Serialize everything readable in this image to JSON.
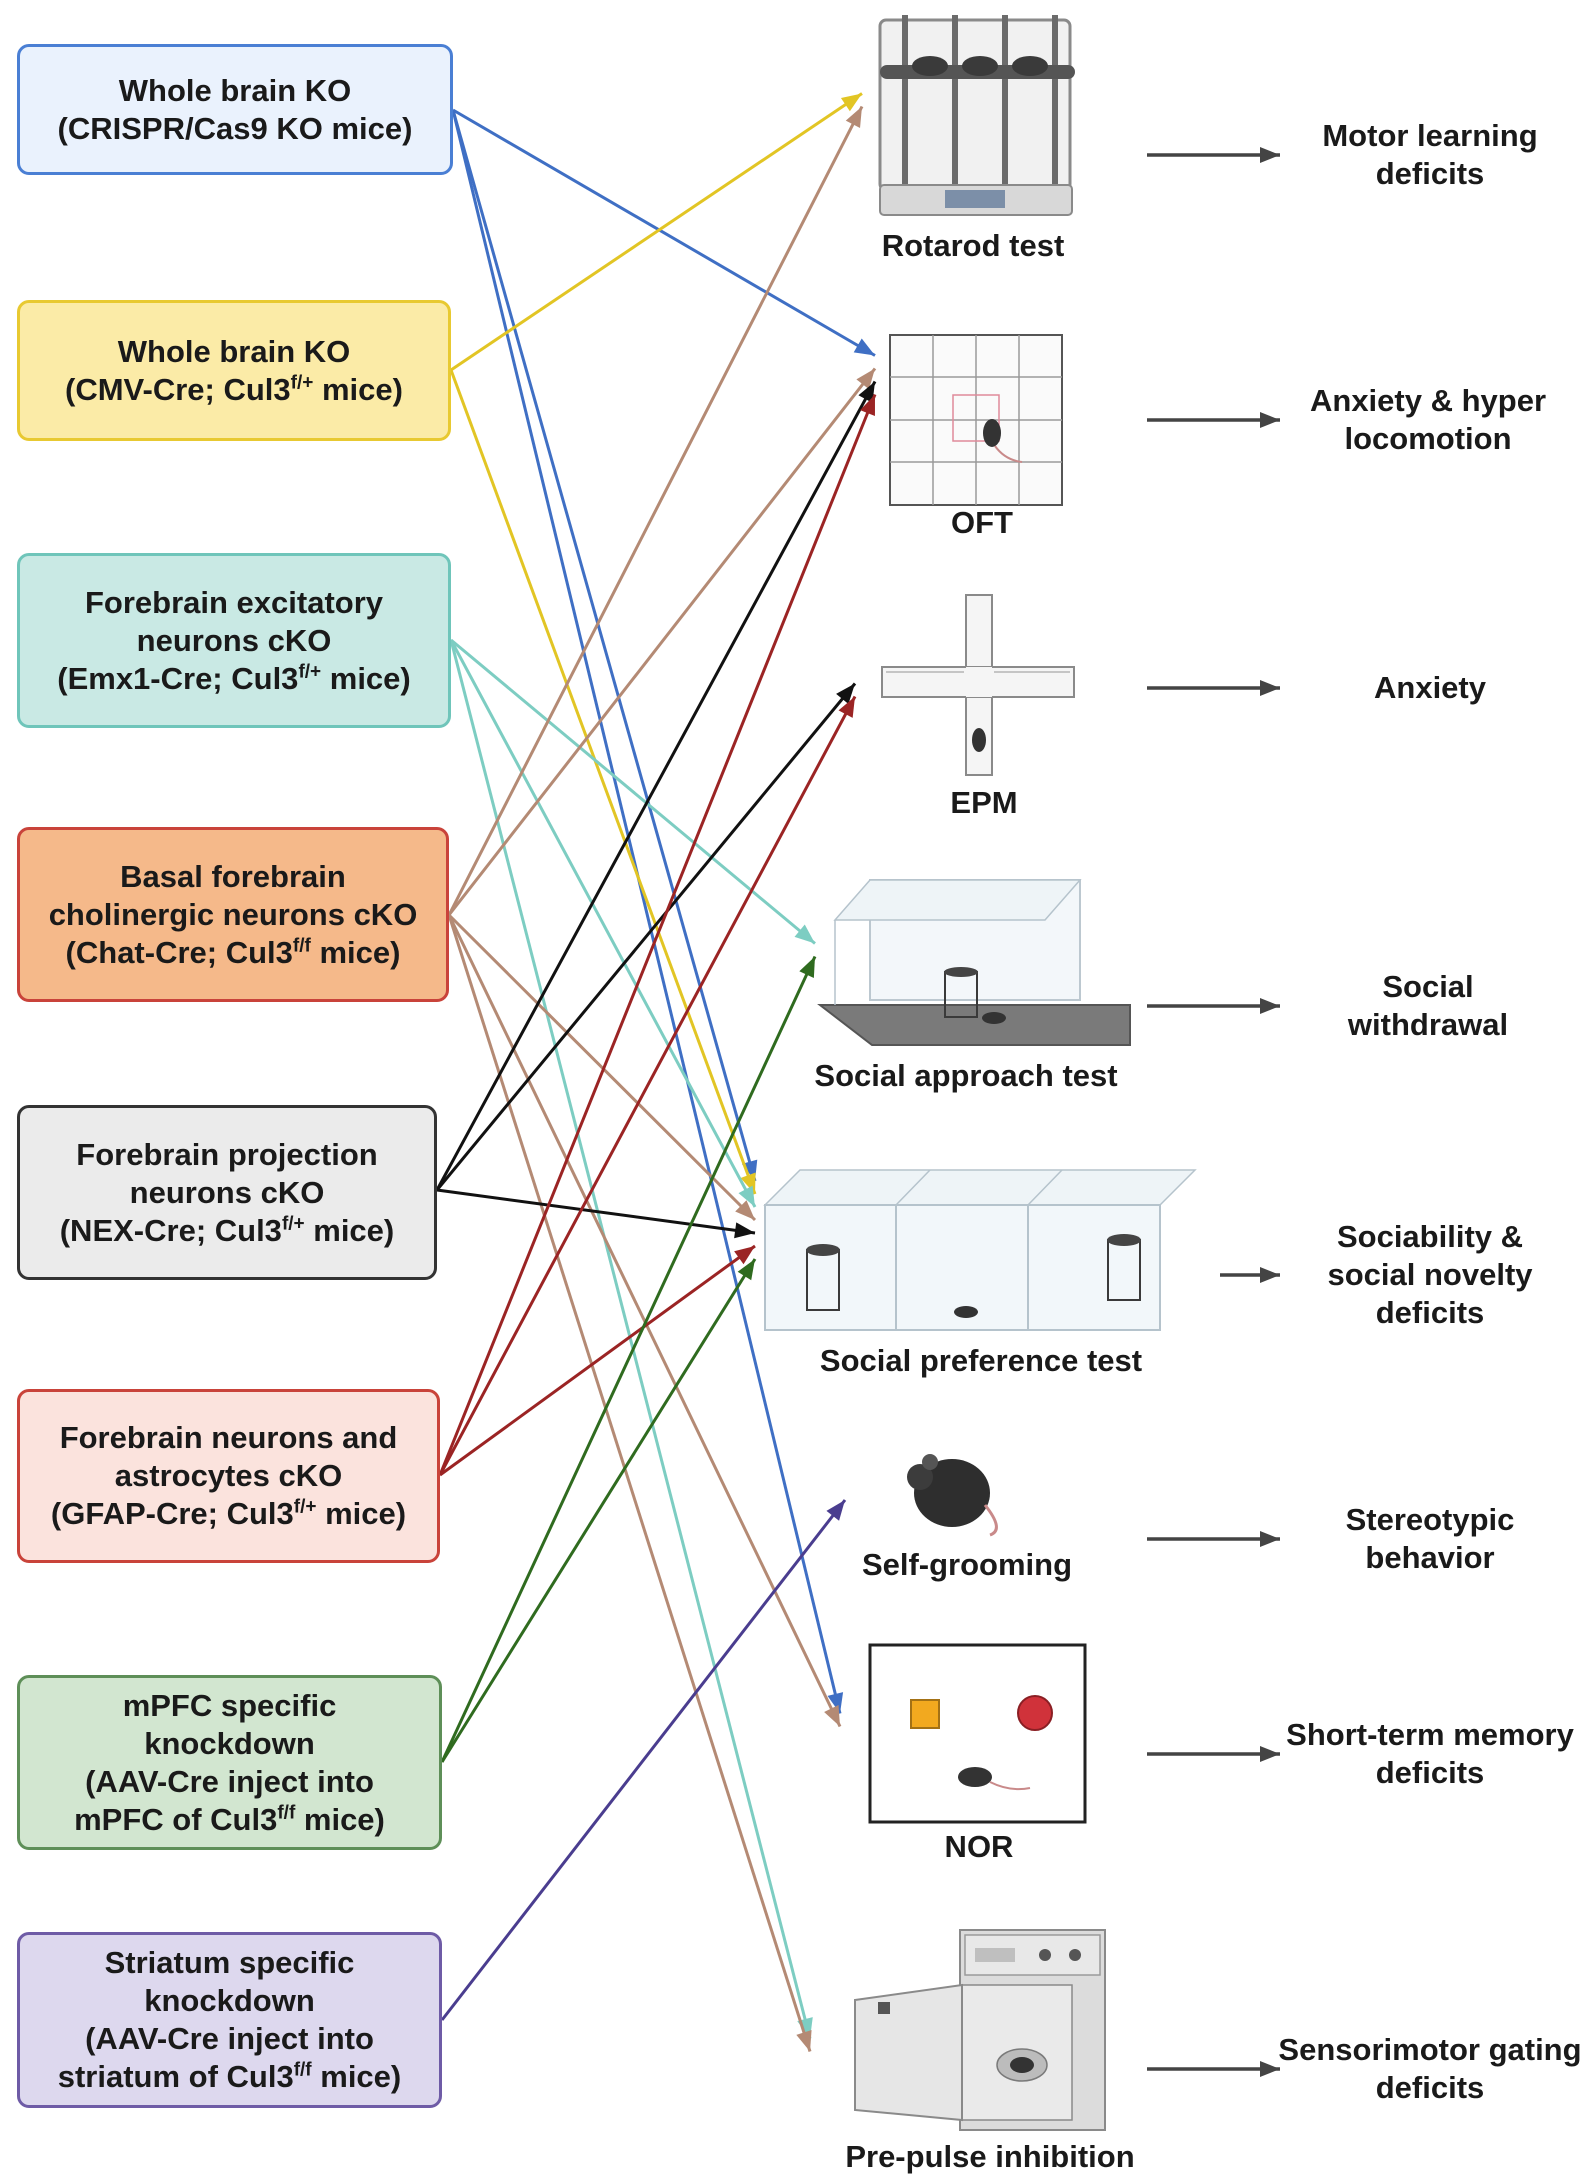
{
  "models": [
    {
      "id": "crispr",
      "lines": [
        "Whole brain KO",
        "(CRISPR/Cas9 KO mice)"
      ],
      "sup": [],
      "fill": "#eaf2fd",
      "stroke": "#4a7fd4"
    },
    {
      "id": "cmv",
      "lines": [
        "Whole brain KO",
        "(CMV-Cre; Cul3",
        " mice)"
      ],
      "sup": [
        "f/+"
      ],
      "fill": "#fbeba7",
      "stroke": "#e8c931"
    },
    {
      "id": "emx1",
      "lines": [
        "Forebrain excitatory",
        "neurons cKO",
        "(Emx1-Cre; Cul3",
        " mice)"
      ],
      "sup": [
        "f/+"
      ],
      "fill": "#c9e9e4",
      "stroke": "#6fc5ba"
    },
    {
      "id": "chat",
      "lines": [
        "Basal forebrain",
        "cholinergic neurons cKO",
        "(Chat-Cre; Cul3",
        " mice)"
      ],
      "sup": [
        "f/f"
      ],
      "fill": "#f5b98a",
      "stroke": "#c9433a"
    },
    {
      "id": "nex",
      "lines": [
        "Forebrain projection",
        "neurons cKO",
        "(NEX-Cre; Cul3",
        " mice)"
      ],
      "sup": [
        "f/+"
      ],
      "fill": "#ebebeb",
      "stroke": "#333333"
    },
    {
      "id": "gfap",
      "lines": [
        "Forebrain  neurons and",
        "astrocytes cKO",
        "(GFAP-Cre; Cul3",
        " mice)"
      ],
      "sup": [
        "f/+"
      ],
      "fill": "#fbe3dd",
      "stroke": "#c9433a"
    },
    {
      "id": "mpfc",
      "lines": [
        "mPFC specific",
        "knockdown",
        "(AAV-Cre inject into",
        "mPFC of Cul3",
        " mice)"
      ],
      "sup": [
        "f/f"
      ],
      "fill": "#d2e6d0",
      "stroke": "#5e8f58"
    },
    {
      "id": "striatum",
      "lines": [
        "Striatum specific",
        "knockdown",
        "(AAV-Cre inject into",
        "striatum of Cul3",
        " mice)"
      ],
      "sup": [
        "f/f"
      ],
      "fill": "#ddd8ee",
      "stroke": "#6e5ba6"
    }
  ],
  "tests": [
    {
      "id": "rotarod",
      "label": "Rotarod test",
      "icon": "rotarod-apparatus-icon"
    },
    {
      "id": "oft",
      "label": "OFT",
      "icon": "open-field-icon"
    },
    {
      "id": "epm",
      "label": "EPM",
      "icon": "elevated-plus-maze-icon"
    },
    {
      "id": "social-approach",
      "label": "Social approach test",
      "icon": "social-approach-chamber-icon"
    },
    {
      "id": "social-preference",
      "label": "Social preference test",
      "icon": "three-chamber-icon"
    },
    {
      "id": "self-grooming",
      "label": "Self-grooming",
      "icon": "grooming-mouse-icon"
    },
    {
      "id": "nor",
      "label": "NOR",
      "icon": "novel-object-arena-icon"
    },
    {
      "id": "ppi",
      "label": "Pre-pulse inhibition",
      "icon": "startle-chamber-icon"
    }
  ],
  "outcomes": [
    {
      "id": "motor",
      "lines": [
        "Motor learning",
        "deficits"
      ]
    },
    {
      "id": "anxiety-hyper",
      "lines": [
        "Anxiety & hyper",
        "locomotion"
      ]
    },
    {
      "id": "anxiety",
      "lines": [
        "Anxiety"
      ]
    },
    {
      "id": "social-withdrawal",
      "lines": [
        "Social",
        "withdrawal"
      ]
    },
    {
      "id": "sociability",
      "lines": [
        "Sociability &",
        "social novelty",
        "deficits"
      ]
    },
    {
      "id": "stereotypic",
      "lines": [
        "Stereotypic",
        "behavior"
      ]
    },
    {
      "id": "memory",
      "lines": [
        "Short-term memory",
        "deficits"
      ]
    },
    {
      "id": "sensorimotor",
      "lines": [
        "Sensorimotor gating",
        "deficits"
      ]
    }
  ],
  "connections": [
    {
      "from": "crispr",
      "to": "oft",
      "color": "#3f6fc4"
    },
    {
      "from": "crispr",
      "to": "social-preference",
      "color": "#3f6fc4"
    },
    {
      "from": "crispr",
      "to": "nor",
      "color": "#3f6fc4"
    },
    {
      "from": "cmv",
      "to": "rotarod",
      "color": "#e2c524"
    },
    {
      "from": "cmv",
      "to": "social-preference",
      "color": "#e2c524"
    },
    {
      "from": "emx1",
      "to": "social-approach",
      "color": "#7dcdc2"
    },
    {
      "from": "emx1",
      "to": "social-preference",
      "color": "#7dcdc2"
    },
    {
      "from": "emx1",
      "to": "ppi",
      "color": "#7dcdc2"
    },
    {
      "from": "chat",
      "to": "rotarod",
      "color": "#b48a74"
    },
    {
      "from": "chat",
      "to": "oft",
      "color": "#b48a74"
    },
    {
      "from": "chat",
      "to": "social-preference",
      "color": "#b48a74"
    },
    {
      "from": "chat",
      "to": "nor",
      "color": "#b48a74"
    },
    {
      "from": "chat",
      "to": "ppi",
      "color": "#b48a74"
    },
    {
      "from": "nex",
      "to": "oft",
      "color": "#111111"
    },
    {
      "from": "nex",
      "to": "epm",
      "color": "#111111"
    },
    {
      "from": "nex",
      "to": "social-preference",
      "color": "#111111"
    },
    {
      "from": "gfap",
      "to": "oft",
      "color": "#9b2424"
    },
    {
      "from": "gfap",
      "to": "epm",
      "color": "#9b2424"
    },
    {
      "from": "gfap",
      "to": "social-preference",
      "color": "#9b2424"
    },
    {
      "from": "mpfc",
      "to": "social-approach",
      "color": "#2f6b1f"
    },
    {
      "from": "mpfc",
      "to": "social-preference",
      "color": "#2f6b1f"
    },
    {
      "from": "striatum",
      "to": "self-grooming",
      "color": "#4a3d8f"
    }
  ]
}
